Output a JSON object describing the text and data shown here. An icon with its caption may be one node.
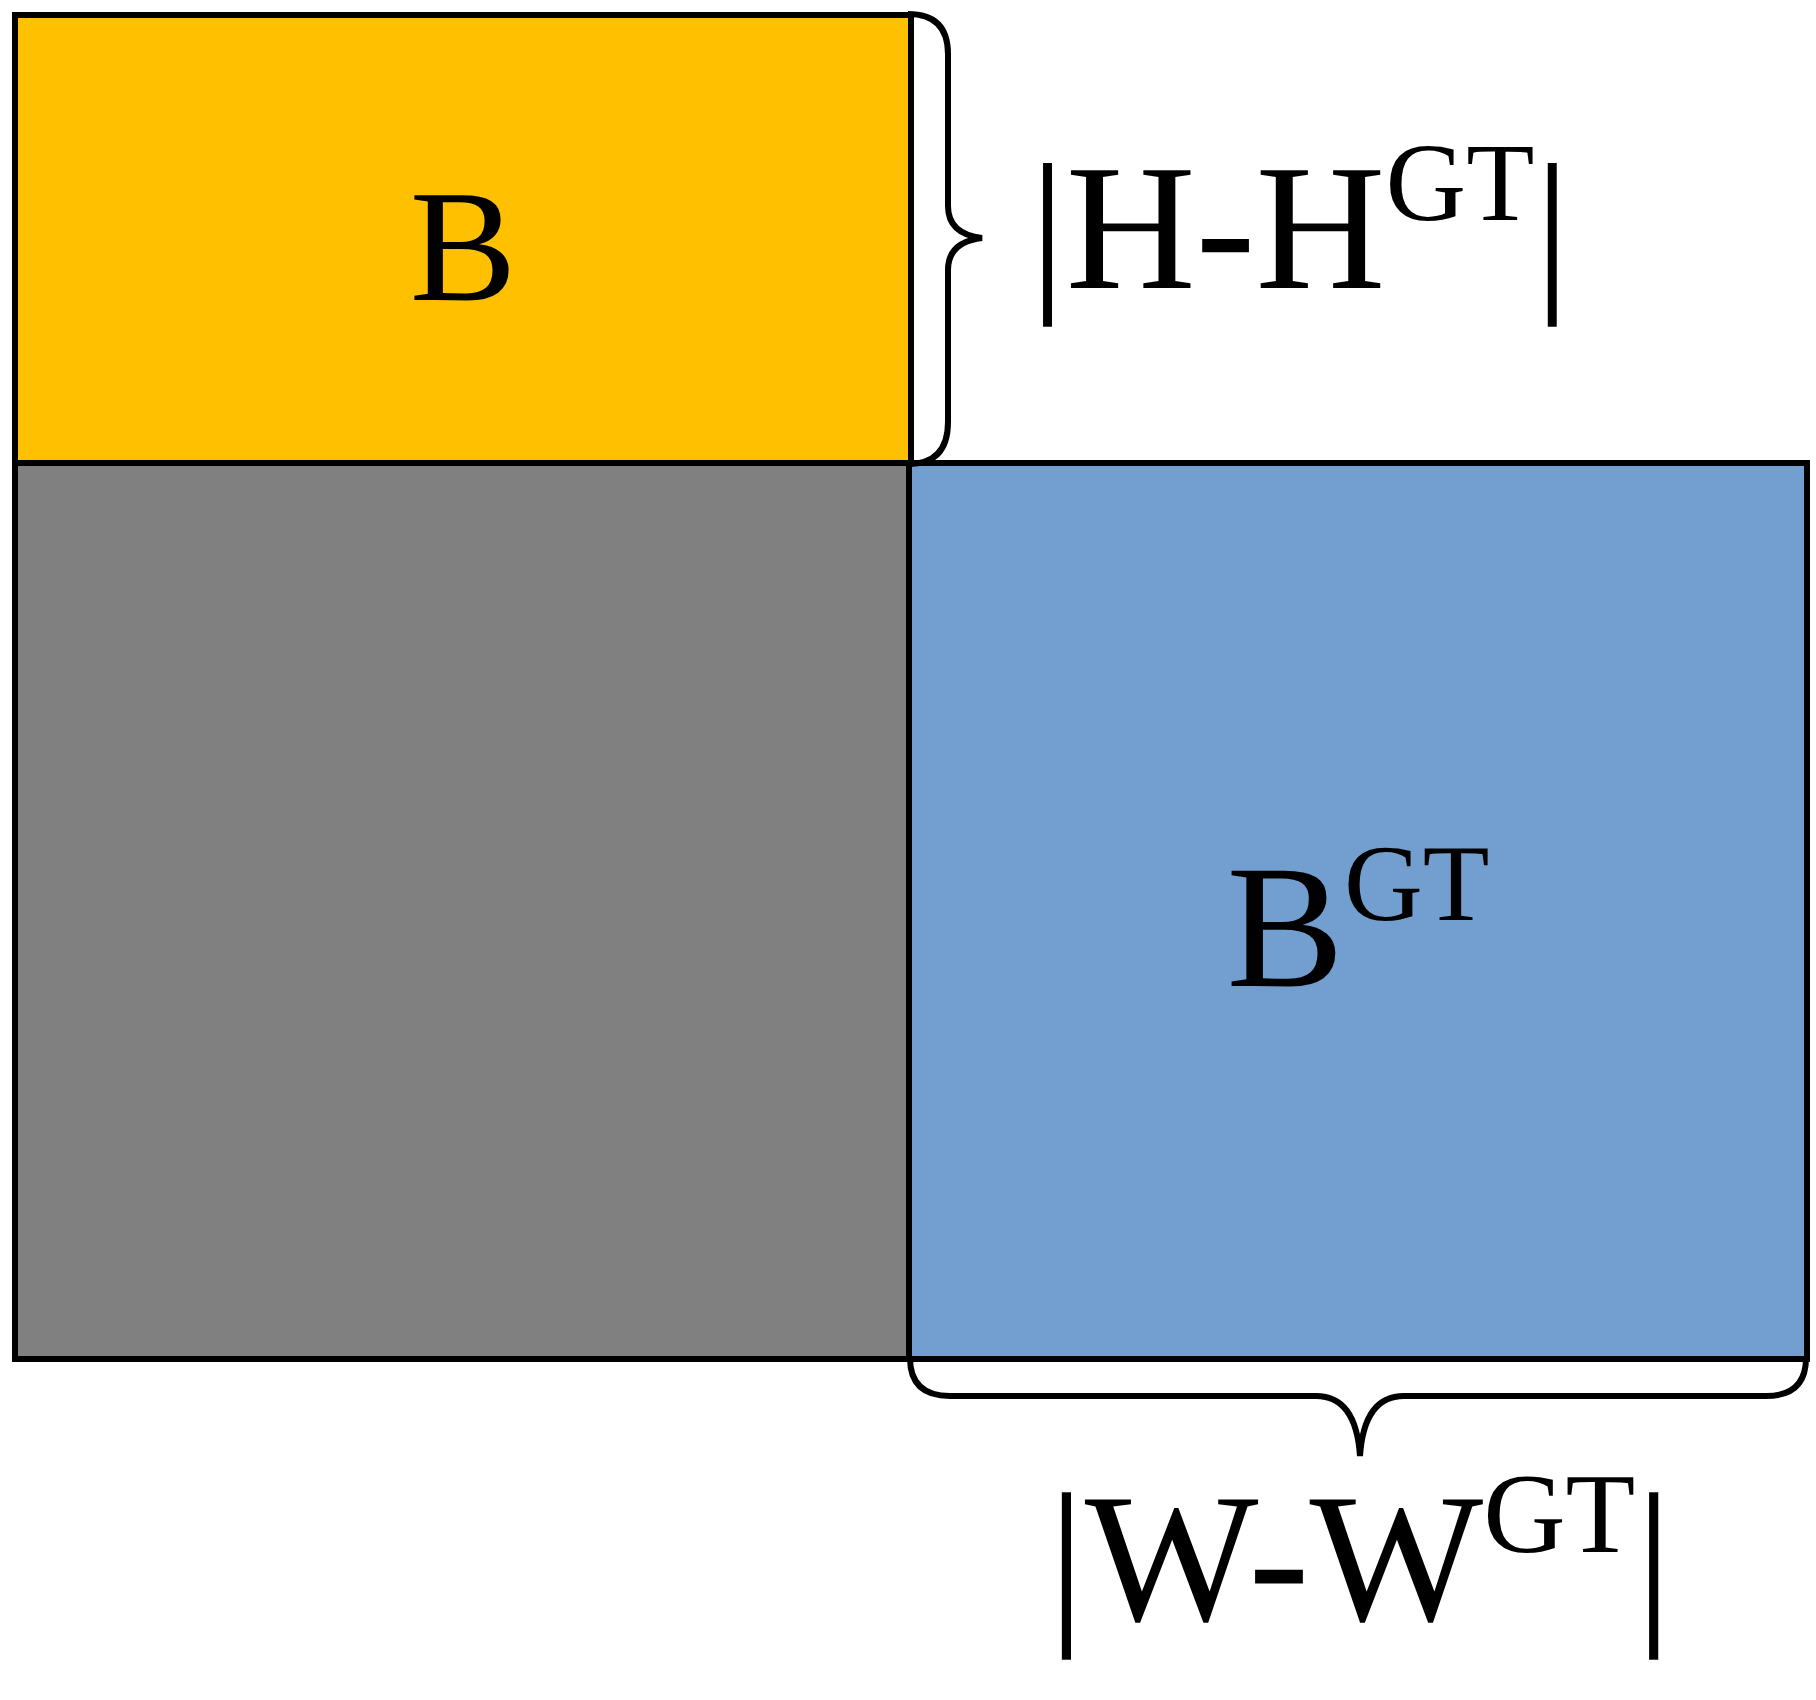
{
  "diagram": {
    "nodes": [
      {
        "text": [
          "B"
        ]
      },
      {
        "text": [],
        "shape": "box"
      },
      {
        "text": [
          "B$^{GT}$"
        ]
      }
    ],
    "labels": [
      "|H-H$^{GT}$|",
      "|W-W$^{GT}$|"
    ]
  }
}
